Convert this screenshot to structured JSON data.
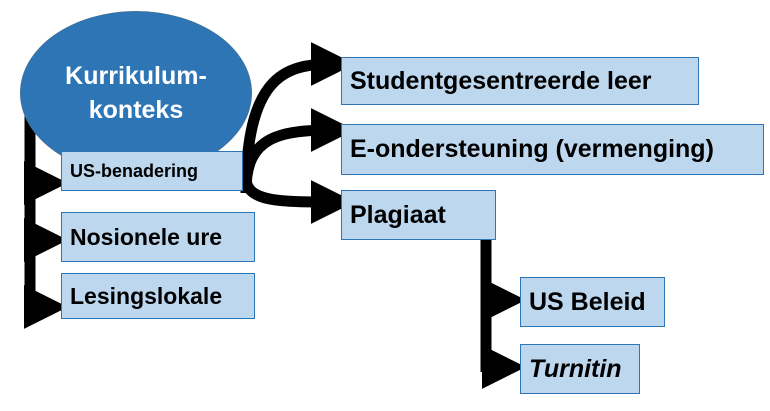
{
  "root": {
    "line1": "Kurrikulum-",
    "line2": "konteks"
  },
  "left_items": [
    {
      "label": "US-benadering"
    },
    {
      "label": "Nosionele ure"
    },
    {
      "label": "Lesingslokale"
    }
  ],
  "right_items": [
    {
      "label": "Studentgesentreerde leer"
    },
    {
      "label": "E-ondersteuning (vermenging)"
    },
    {
      "label": "Plagiaat"
    }
  ],
  "sub_items": [
    {
      "label": "US Beleid"
    },
    {
      "label": "Turnitin"
    }
  ],
  "colors": {
    "ellipse_fill": "#2e75b6",
    "box_fill": "#bdd7ee",
    "box_border": "#2e75b6",
    "connector": "#000000"
  }
}
